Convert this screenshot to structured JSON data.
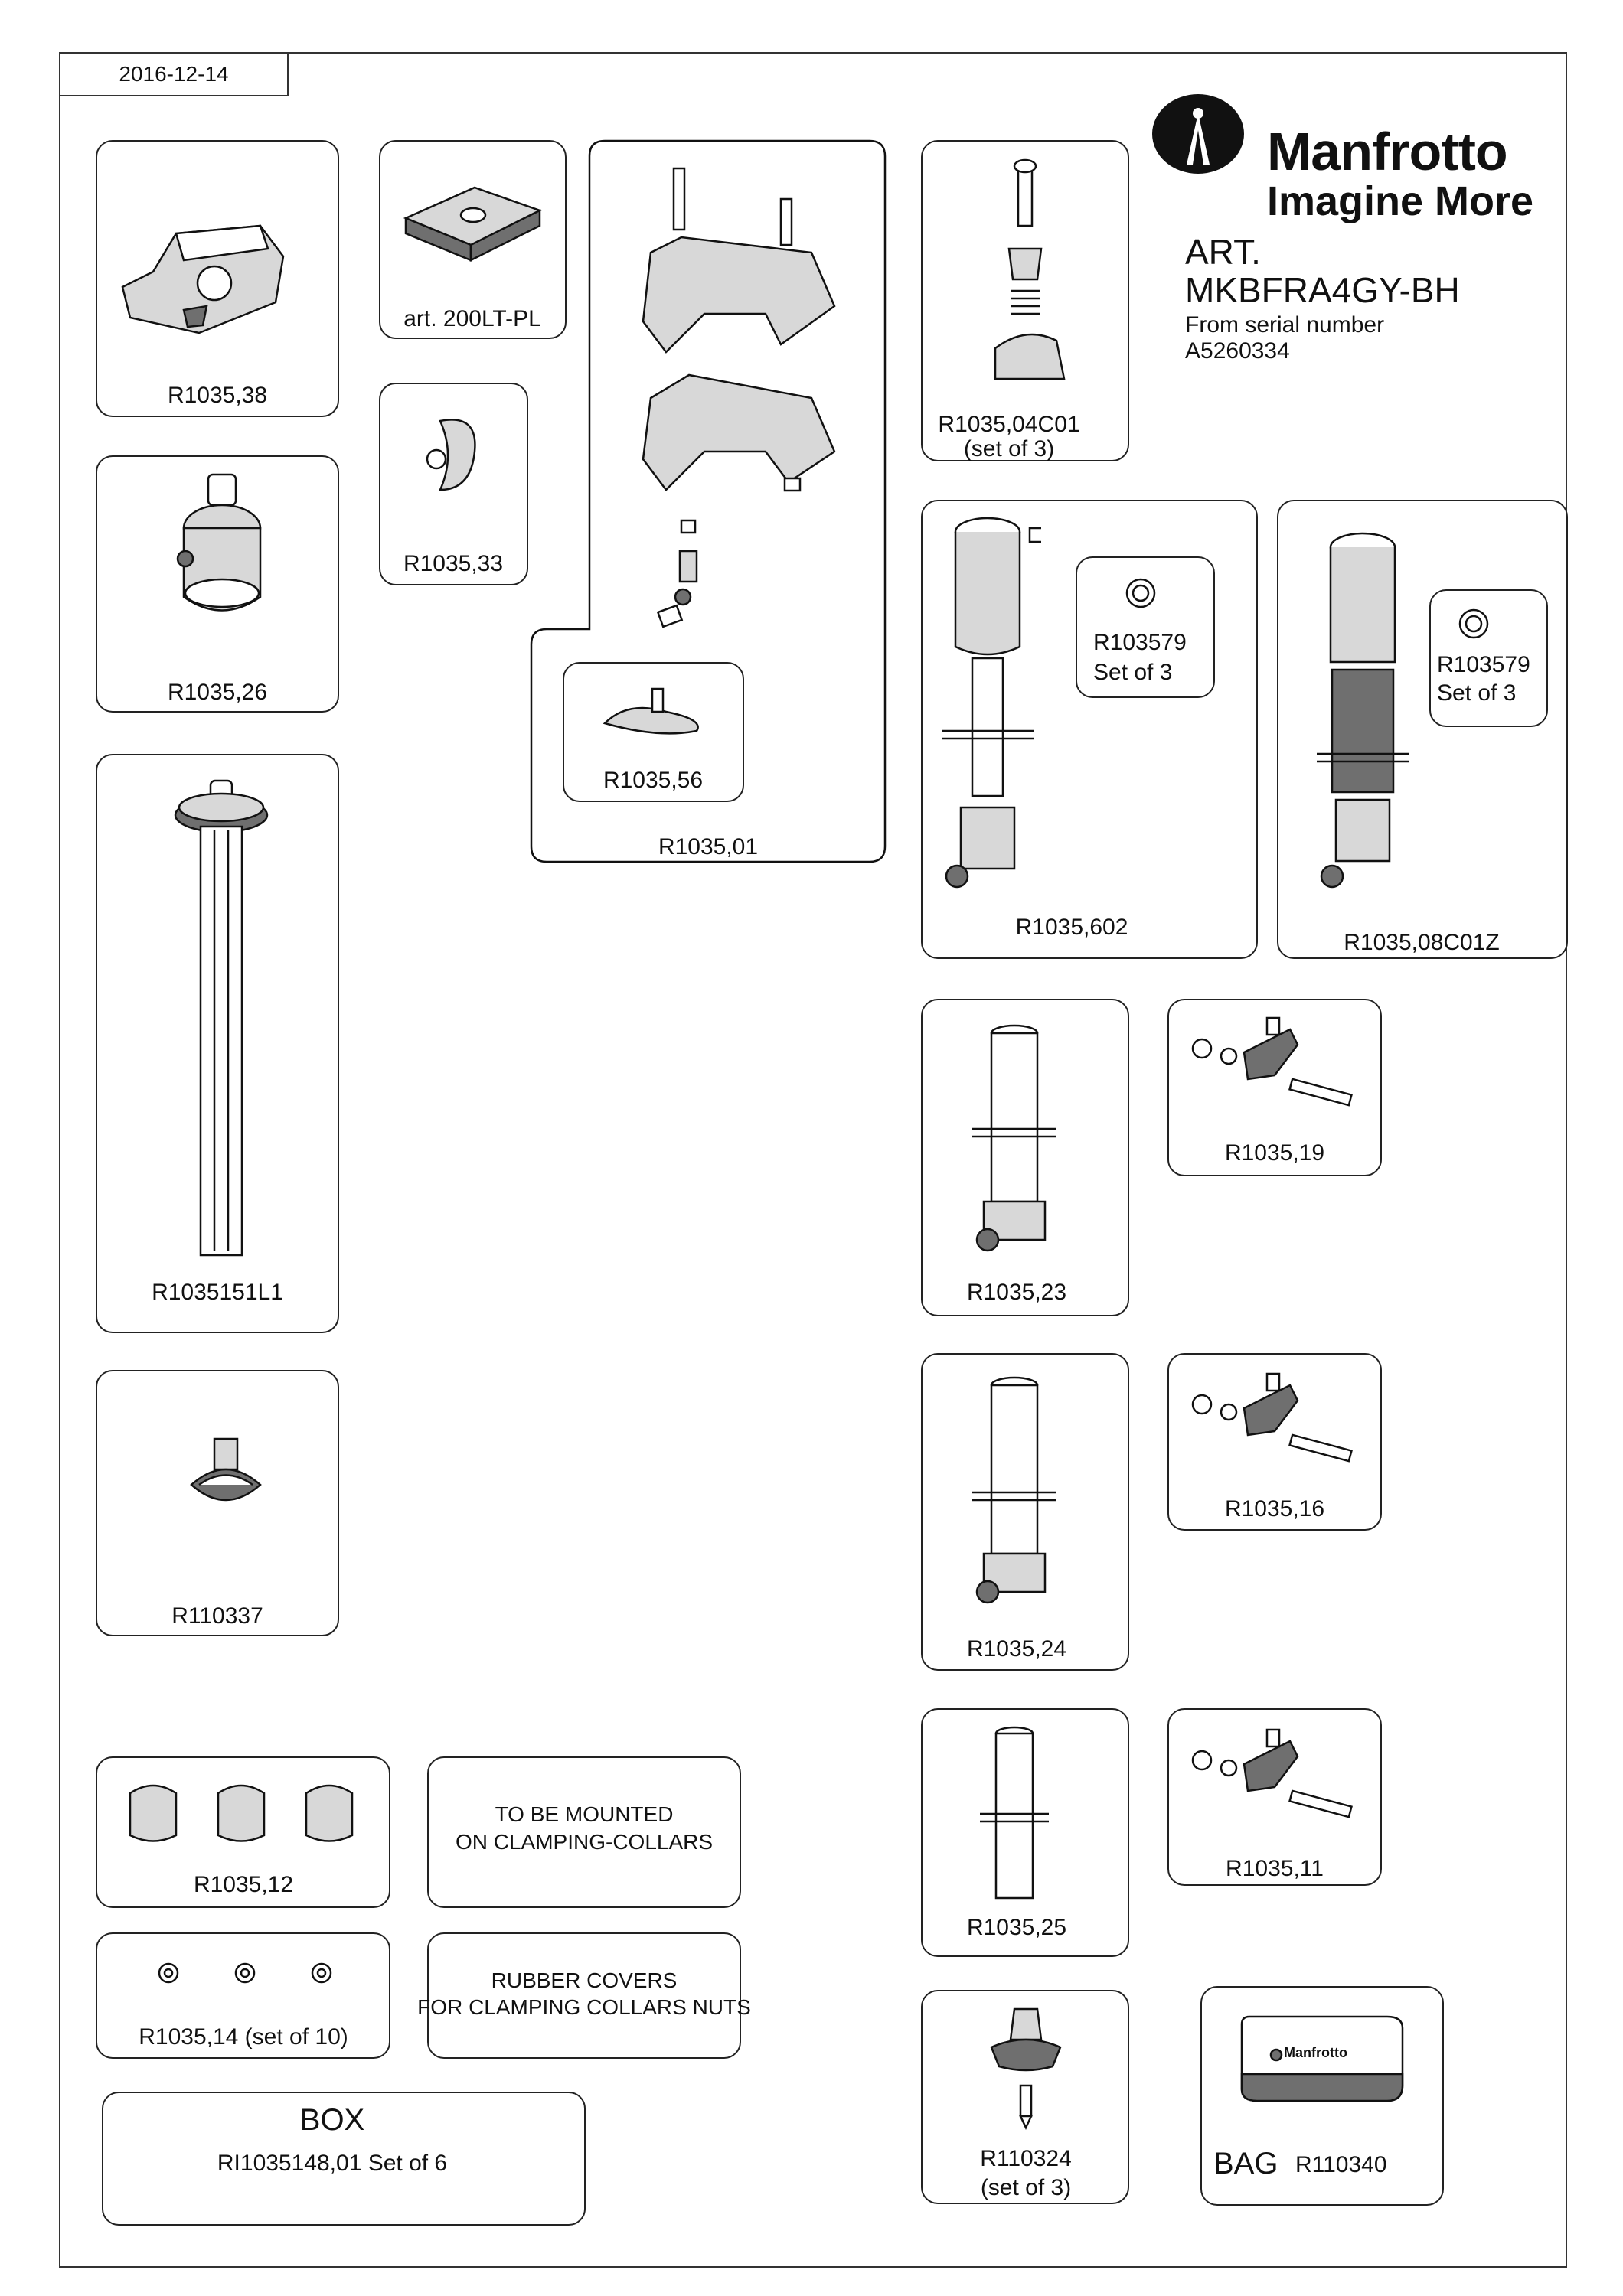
{
  "date": "2016-12-14",
  "brand": {
    "logo_text": "Manfrotto",
    "tagline": "Imagine More"
  },
  "article": {
    "line1": "ART.",
    "line2": "MKBFRA4GY-BH",
    "line3": "From serial number",
    "line4": "A5260334"
  },
  "parts": {
    "r1035_38": "R1035,38",
    "plate_200lt": "art. 200LT-PL",
    "r1035_33": "R1035,33",
    "r1035_26": "R1035,26",
    "r1035_56": "R1035,56",
    "r1035_01": "R1035,01",
    "r1035_04c01_a": "R1035,04C01",
    "r1035_04c01_b": "(set of 3)",
    "r103579_a_1": "R103579",
    "r103579_a_2": "Set of 3",
    "r1035_602": "R1035,602",
    "r103579_b_1": "R103579",
    "r103579_b_2": "Set of 3",
    "r1035_08c01z": "R1035,08C01Z",
    "r1035151l1": "R1035151L1",
    "r1035_23": "R1035,23",
    "r1035_19": "R1035,19",
    "r110337": "R110337",
    "r1035_24": "R1035,24",
    "r1035_16": "R1035,16",
    "r1035_12": "R1035,12",
    "note_mount_1": "TO BE MOUNTED",
    "note_mount_2": "ON CLAMPING-COLLARS",
    "r1035_25": "R1035,25",
    "r1035_11": "R1035,11",
    "r1035_14": "R1035,14 (set of 10)",
    "note_rubber_1": "RUBBER COVERS",
    "note_rubber_2": "FOR CLAMPING COLLARS NUTS",
    "box_title": "BOX",
    "box_code": "RI1035148,01 Set of 6",
    "r110324_a": "R110324",
    "r110324_b": "(set of 3)",
    "bag_word": "BAG",
    "bag_code": "R110340",
    "bag_logo": "Manfrotto"
  }
}
